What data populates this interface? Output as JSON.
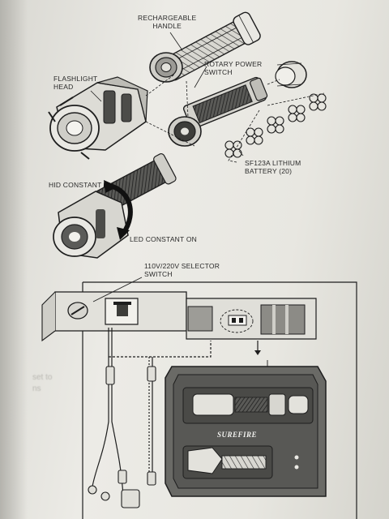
{
  "labels": {
    "rechargeable_handle": "RECHARGEABLE\nHANDLE",
    "flashlight_head": "FLASHLIGHT\nHEAD",
    "rotary_power_switch": "ROTARY POWER\nSWITCH",
    "battery": "SF123A LITHIUM\nBATTERY (20)",
    "hid_constant": "HID CONSTANT",
    "led_constant_on": "LED CONSTANT ON",
    "selector_switch": "110V/220V SELECTOR\nSWITCH",
    "brand": "SUREFIRE"
  },
  "ghost_text": {
    "line1": "set to",
    "line2": "ns"
  },
  "colors": {
    "ink": "#1e1e1e",
    "paper": "#ecebe6",
    "case_fill": "#5b5b58"
  }
}
